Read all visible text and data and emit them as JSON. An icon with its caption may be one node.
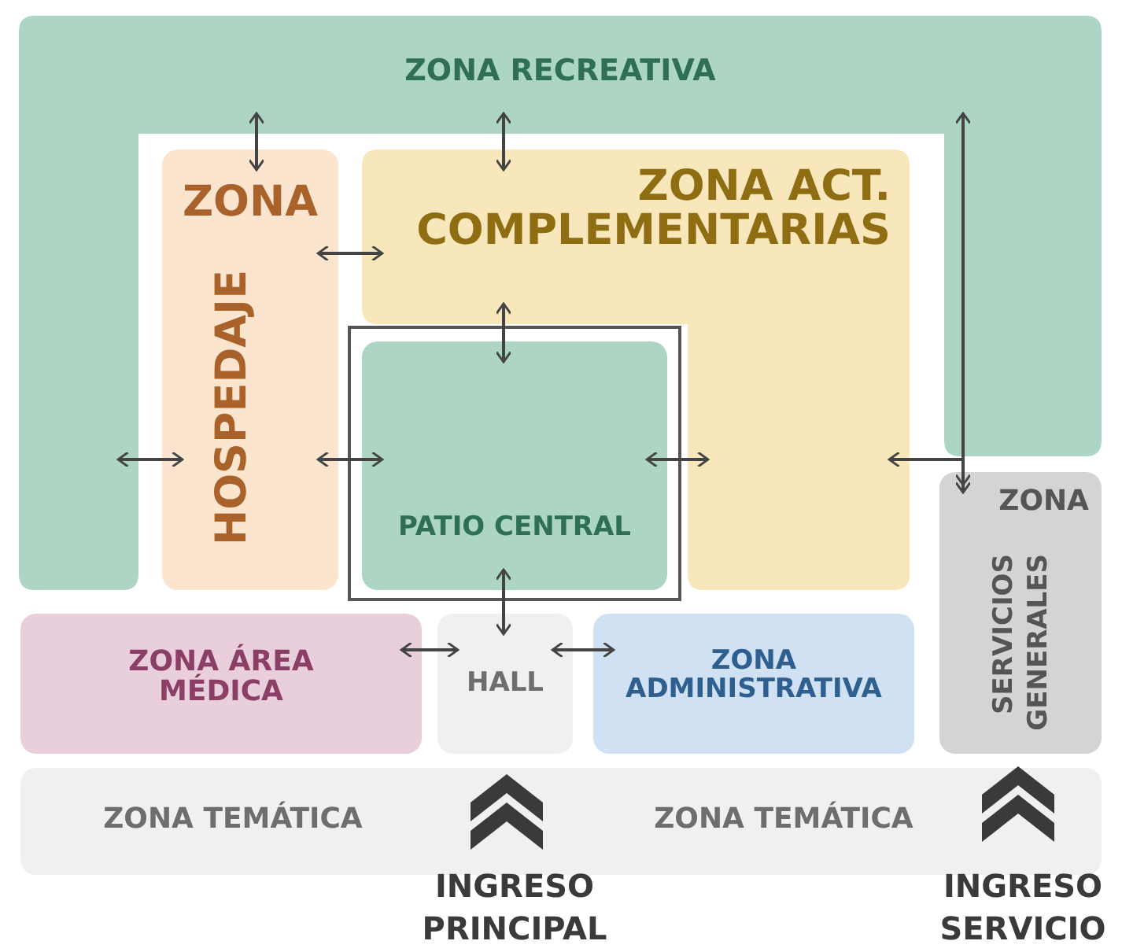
{
  "diagram": {
    "nodes": [
      {
        "text": [
          "ZONA RECREATIVA"
        ]
      },
      {
        "text": [
          "ZONA",
          "HOSPEDAJE"
        ]
      },
      {
        "text": [
          "ZONA ACT. COMPLEMENTARIAS"
        ]
      },
      {
        "text": [
          "PATIO CENTRAL"
        ]
      },
      {
        "text": [
          "ZONA ÁREA MÉDICA"
        ]
      },
      {
        "text": [
          "HALL"
        ]
      },
      {
        "text": [
          "ZONA ADMINISTRATIVA"
        ]
      },
      {
        "text": [
          "ZONA",
          "SERVICIOS GENERALES"
        ]
      },
      {
        "text": [
          "ZONA TEMÁTICA",
          "ZONA TEMÁTICA"
        ]
      }
    ],
    "edges": [
      {
        "from": 0,
        "to": 1,
        "arrow": "both"
      },
      {
        "from": 0,
        "to": 2,
        "arrow": "both"
      },
      {
        "from": 1,
        "to": 2,
        "arrow": "both"
      },
      {
        "from": 2,
        "to": 3,
        "arrow": "both"
      },
      {
        "from": 0,
        "to": 1,
        "arrow": "both"
      },
      {
        "from": 1,
        "to": 3,
        "arrow": "both"
      },
      {
        "from": 3,
        "to": 2,
        "arrow": "both"
      },
      {
        "from": 2,
        "to": 7,
        "arrow": "both"
      },
      {
        "from": 0,
        "to": 7,
        "arrow": "both"
      },
      {
        "from": 3,
        "to": 5,
        "arrow": "both"
      },
      {
        "from": 4,
        "to": 5,
        "arrow": "both"
      },
      {
        "from": 5,
        "to": 6,
        "arrow": "both"
      }
    ],
    "labels": [
      "INGRESO PRINCIPAL",
      "INGRESO SERVICIO"
    ]
  }
}
